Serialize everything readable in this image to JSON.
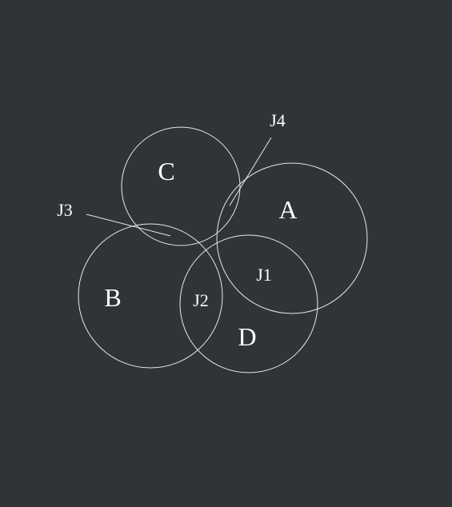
{
  "colors": {
    "background": "#2f3438",
    "stroke": "#e8e8e8",
    "text": "#ffffff"
  },
  "diagram": {
    "sets": [
      {
        "id": "A",
        "label": "A"
      },
      {
        "id": "B",
        "label": "B"
      },
      {
        "id": "C",
        "label": "C"
      },
      {
        "id": "D",
        "label": "D"
      }
    ],
    "intersections": [
      {
        "id": "J1",
        "label": "J1",
        "between": [
          "A",
          "D"
        ]
      },
      {
        "id": "J2",
        "label": "J2",
        "between": [
          "B",
          "D"
        ]
      },
      {
        "id": "J3",
        "label": "J3",
        "between": [
          "B",
          "C"
        ]
      },
      {
        "id": "J4",
        "label": "J4",
        "between": [
          "A",
          "C"
        ]
      }
    ]
  }
}
